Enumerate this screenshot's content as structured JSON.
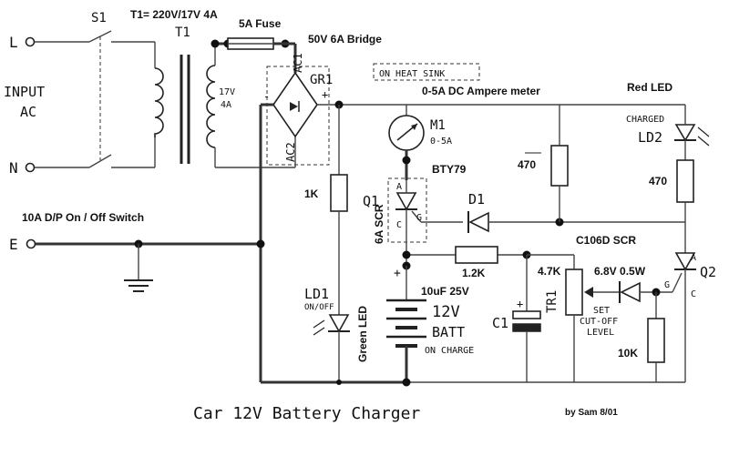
{
  "caption": {
    "title": "Car 12V Battery Charger",
    "author": "by Sam 8/01"
  },
  "input": {
    "switch_ref": "S1",
    "line_terminal": "L",
    "neutral_terminal": "N",
    "earth_terminal": "E",
    "label_line1": "INPUT",
    "label_line2": "AC",
    "switch_desc": "10A D/P On / Off Switch"
  },
  "transformer": {
    "ref": "T1",
    "spec": "T1= 220V/17V 4A",
    "secondary_volts": "17V",
    "secondary_amps": "4A"
  },
  "fuse": {
    "label": "5A Fuse"
  },
  "bridge": {
    "label": "50V 6A Bridge",
    "ref": "GR1",
    "ac1": "AC1",
    "ac2": "AC2",
    "plus": "+",
    "minus": "-"
  },
  "heatsink": {
    "label": "ON HEAT SINK"
  },
  "meter": {
    "desc": "0-5A DC Ampere meter",
    "ref": "M1",
    "range": "0-5A"
  },
  "scr_main": {
    "type": "BTY79",
    "ref": "Q1",
    "rating": "6A SCR",
    "a": "A",
    "c": "C",
    "g": "G"
  },
  "diode": {
    "ref": "D1"
  },
  "resistors": {
    "r_1k": "1K",
    "r_470_a": "470",
    "r_470_b": "470",
    "r_1k2": "1.2K",
    "r_4k7": "4.7K",
    "r_10k": "10K"
  },
  "leds": {
    "red_label": "Red LED",
    "charged": "CHARGED",
    "ld2": "LD2",
    "ld1": "LD1",
    "onoff": "ON/OFF",
    "green_label": "Green LED"
  },
  "scr_ctrl": {
    "type": "C106D SCR",
    "ref": "Q2",
    "a": "A",
    "g": "G",
    "c": "C"
  },
  "zener": {
    "label": "6.8V 0.5W"
  },
  "pot": {
    "ref": "TR1",
    "set1": "SET",
    "set2": "CUT-OFF",
    "set3": "LEVEL"
  },
  "capacitor": {
    "value": "10uF 25V",
    "ref": "C1",
    "plus": "+"
  },
  "battery": {
    "volts": "12V",
    "name": "BATT",
    "state": "ON CHARGE",
    "plus": "+"
  }
}
